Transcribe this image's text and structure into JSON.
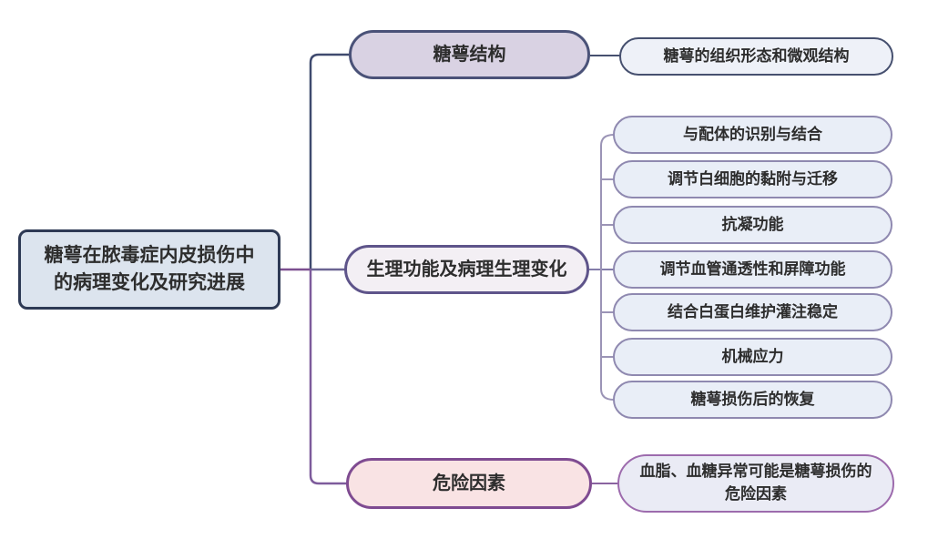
{
  "diagram": {
    "type": "mindmap",
    "root": {
      "label": "糖萼在脓毒症内皮损伤中\n的病理变化及研究进展"
    },
    "branches": [
      {
        "label": "糖萼结构",
        "children": [
          {
            "label": "糖萼的组织形态和微观结构"
          }
        ]
      },
      {
        "label": "生理功能及病理生理变化",
        "children": [
          {
            "label": "与配体的识别与结合"
          },
          {
            "label": "调节白细胞的黏附与迁移"
          },
          {
            "label": "抗凝功能"
          },
          {
            "label": "调节血管通透性和屏障功能"
          },
          {
            "label": "结合白蛋白维护灌注稳定"
          },
          {
            "label": "机械应力"
          },
          {
            "label": "糖萼损伤后的恢复"
          }
        ]
      },
      {
        "label": "危险因素",
        "children": [
          {
            "label": "血脂、血糖异常可能是糖萼损伤的\n危险因素"
          }
        ]
      }
    ],
    "palette": {
      "root_fill": "#dce4ee",
      "root_border": "#2e3a55",
      "branch_structure_fill": "#d9d2e3",
      "branch_structure_border": "#4a5278",
      "branch_physiology_fill": "#f3eff4",
      "branch_physiology_border": "#5e548a",
      "branch_risk_fill": "#f9e3e4",
      "branch_risk_border": "#7f4b91",
      "leaf_structure_fill": "#eef1f8",
      "leaf_mid_fill": "#e9eef7",
      "leaf_mid_border": "#8f89b0",
      "leaf_risk_fill": "#eaebf5",
      "leaf_risk_border": "#9d6bad",
      "connector_navy": "#3f4a6e",
      "connector_purple_dark": "#7b4f8f",
      "connector_purple_mid": "#7d5b9b",
      "connector_spine": "#9b94b6"
    }
  }
}
